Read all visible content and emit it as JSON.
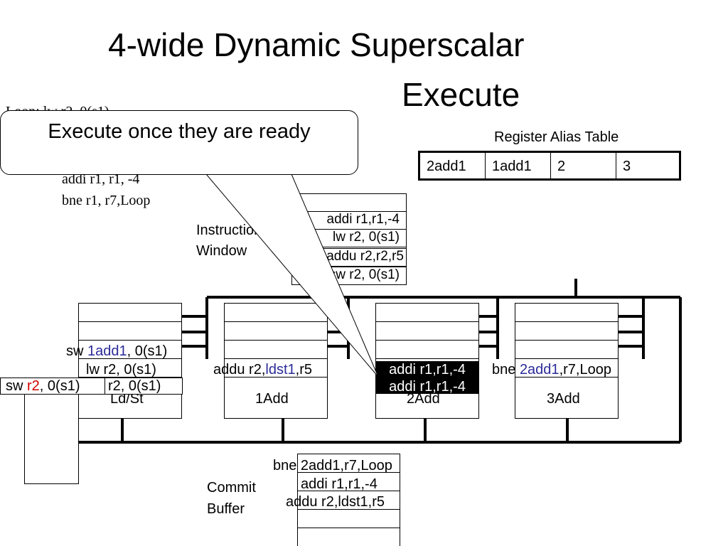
{
  "title": {
    "line1": "4-wide Dynamic Superscalar",
    "line2": "Execute"
  },
  "code": {
    "line0": "Loop: lw r2, 0(s1)",
    "line1": "addi r1, r1, -4",
    "line2": "bne r1, r7,Loop"
  },
  "callout": {
    "text": "Execute once they are ready"
  },
  "rat": {
    "label": "Register Alias Table",
    "cells": [
      "2add1",
      "1add1",
      "2",
      "3"
    ]
  },
  "instruction_window": {
    "label_line1": "Instruction",
    "label_line2": "Window",
    "rows": [
      "",
      "addi r1,r1,-4",
      "lw r2, 0(s1)",
      "addu r2,r2,r5",
      "sw r2, 0(s1)"
    ]
  },
  "units": {
    "ldst": {
      "name": "Ld/St",
      "entry_above": {
        "pre": "sw ",
        "reg": "1add1",
        "post": ", 0(s1)"
      },
      "current": "lw r2, 0(s1)",
      "overflow": {
        "pre": "sw ",
        "reg": "r2",
        "post": ", 0(s1)",
        "rest": "r2, 0(s1)"
      }
    },
    "add1": {
      "name": "1Add",
      "current": {
        "pre": "addu r2,",
        "reg": "ldst1",
        "post": ",r5"
      }
    },
    "add2": {
      "name": "2Add",
      "current": "addi r1,r1,-4",
      "current2": "addi r1,r1,-4"
    },
    "add3": {
      "name": "3Add",
      "current": {
        "pre": "bne ",
        "reg": "2add1",
        "post": ",r7,Loop"
      }
    }
  },
  "commit_buffer": {
    "label_line1": "Commit",
    "label_line2": "Buffer",
    "rows": [
      "bne 2add1,r7,Loop",
      "addi r1,r1,-4",
      "addu r2,ldst1,r5",
      "",
      ""
    ]
  },
  "colors": {
    "register_tag": "#2b2b9a",
    "highlight_reg": "#d10000",
    "line": "#000000"
  }
}
